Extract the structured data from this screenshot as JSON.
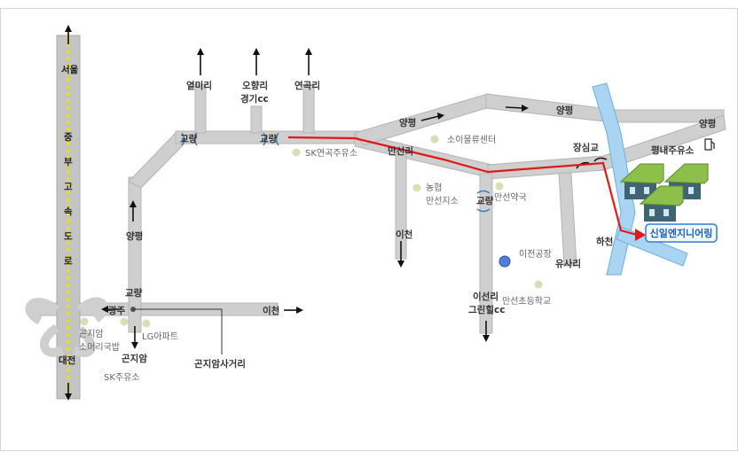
{
  "highway": {
    "top_label": "서울",
    "name_chars": [
      "중",
      "부",
      "고",
      "속",
      "도",
      "로"
    ],
    "bottom_label": "대전"
  },
  "places": {
    "yeolmiri": "열미리",
    "ohyangri": "오향리",
    "gyeonggi_cc": "경기cc",
    "yeongokri": "연곡리",
    "gyoryang_1": "교량",
    "gyoryang_2": "교량",
    "sk_station": "SK연곡주유소",
    "yangpyeong_west": "양평",
    "yangpyeong_mid": "양평",
    "yangpyeong_top": "양평",
    "yangpyeong_east": "양평",
    "soi_center": "소이물류센터",
    "manseonri": "만선리",
    "nonghyup": "농협",
    "manseon_branch": "만선지소",
    "icheon_down": "이천",
    "gyoryang_3": "교량",
    "manseon_pharmacy": "만선약국",
    "jangsim_bridge": "장심교",
    "pyeongnae_station": "평내주유소",
    "hacheon": "하천",
    "yusari": "유사리",
    "icheon_factory": "이전공장",
    "iseonri": "이선리",
    "green_hill_cc": "그린힐cc",
    "manseon_school": "만선초등학교",
    "gyoryang_4": "교량",
    "gwangju": "광주",
    "icheon_east": "이천",
    "gonjiam_top": "곤지암",
    "gonjiam_food": "소머리국밥",
    "lg_apt": "LG아파트",
    "gonjiam_down": "곤지암",
    "sk_station_2": "SK주유소",
    "gonjiam_intersection": "곤지암사거리"
  },
  "destination": {
    "label": "신일엔지니어링"
  },
  "colors": {
    "road": "#cfcfcf",
    "river": "#a9d4f2",
    "route": "#e01818",
    "building_roof": "#8cc04a",
    "building_wall": "#3f6474",
    "dest_border": "#2f7fd4",
    "dest_text": "#1a5fb4"
  }
}
